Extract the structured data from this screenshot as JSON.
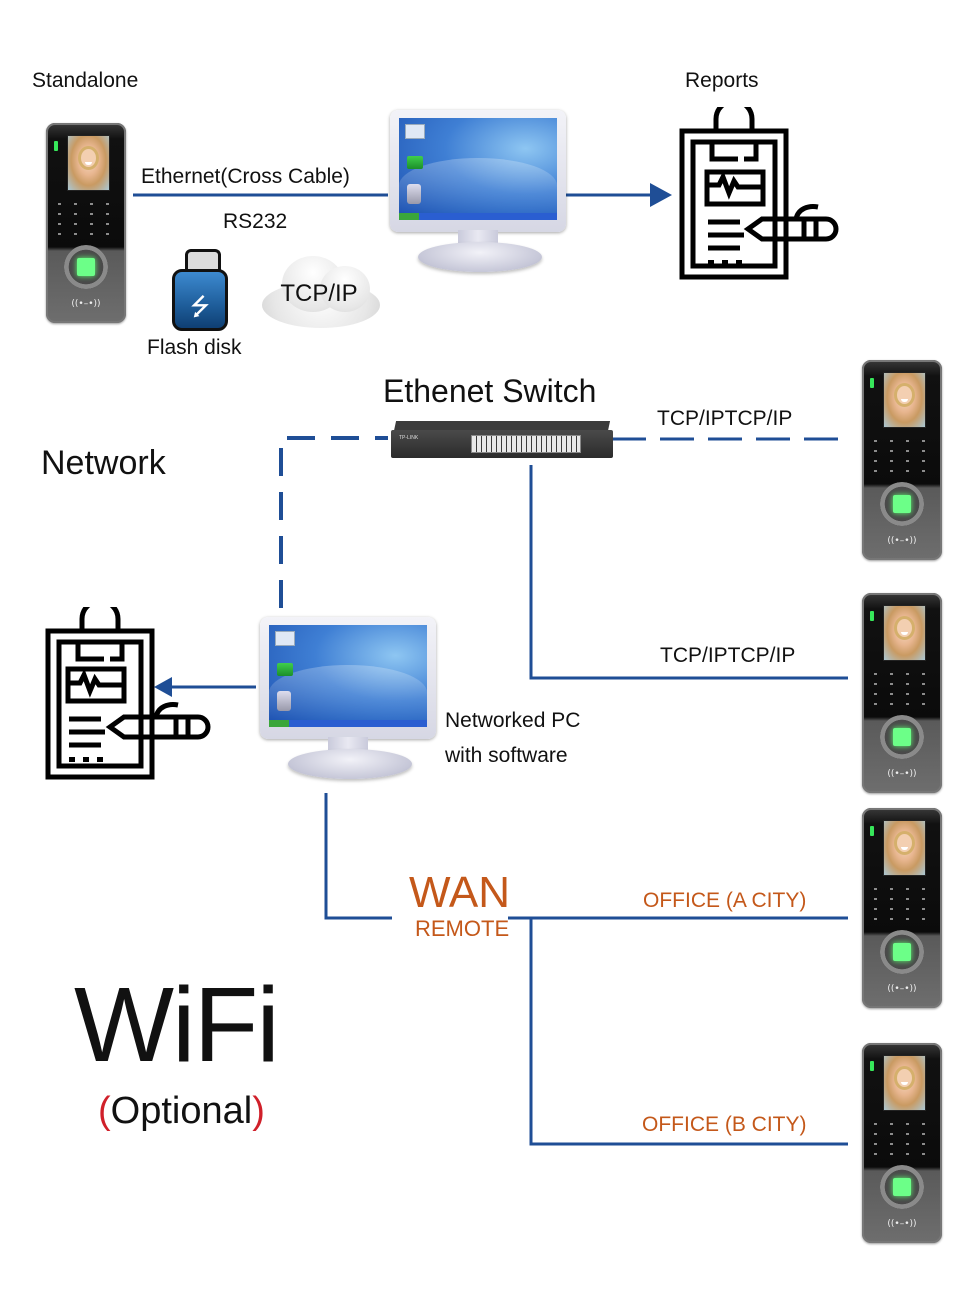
{
  "diagram": {
    "standalone": {
      "title": "Standalone",
      "link_label": "Ethernet(Cross Cable)",
      "serial_label": "RS232",
      "usb_label": "Flash disk",
      "cloud_label": "TCP/IP",
      "reports_label": "Reports"
    },
    "network": {
      "title": "Network",
      "switch_label": "Ethenet Switch",
      "link1_label": "TCP/IPTCP/IP",
      "link2_label": "TCP/IPTCP/IP",
      "pc_label_line1": "Networked PC",
      "pc_label_line2": "with software"
    },
    "wan": {
      "title": "WAN",
      "subtitle": "REMOTE",
      "office_a": "OFFICE (A CITY)",
      "office_b": "OFFICE (B CITY)"
    },
    "wifi": {
      "title": "WiFi",
      "paren_open": "(",
      "optional": "Optional",
      "paren_close": ")"
    },
    "terminal": {
      "nfc_glyph": "((•–•))"
    },
    "usb_symbol": "⭍",
    "colors": {
      "line": "#1f4e96",
      "accent_orange": "#c4581a",
      "accent_red": "#d0202a",
      "text": "#111111"
    }
  }
}
